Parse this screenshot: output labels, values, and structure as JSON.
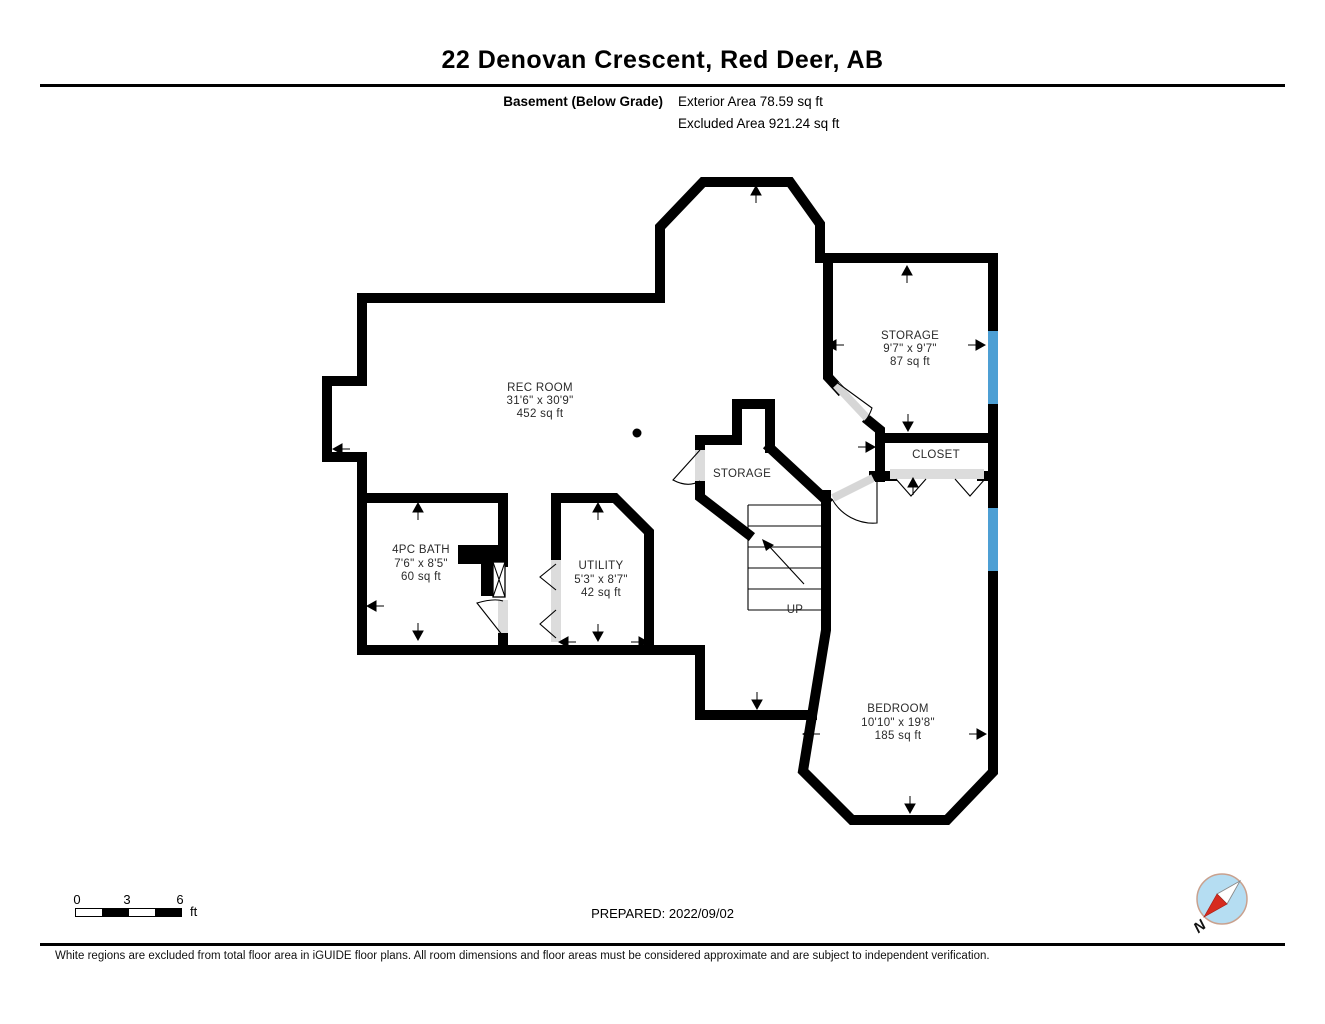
{
  "header": {
    "title": "22 Denovan Crescent, Red Deer, AB",
    "floor": "Basement (Below Grade)",
    "exterior_area": "Exterior Area 78.59 sq ft",
    "excluded_area": "Excluded Area 921.24 sq ft"
  },
  "rooms": {
    "rec_room": {
      "name": "REC ROOM",
      "dims": "31'6\" x 30'9\"",
      "area": "452 sq ft"
    },
    "storage_upper": {
      "name": "STORAGE",
      "dims": "9'7\" x 9'7\"",
      "area": "87 sq ft"
    },
    "closet": {
      "name": "CLOSET"
    },
    "storage_mid": {
      "name": "STORAGE"
    },
    "bath": {
      "name": "4PC BATH",
      "dims": "7'6\" x 8'5\"",
      "area": "60 sq ft"
    },
    "utility": {
      "name": "UTILITY",
      "dims": "5'3\" x 8'7\"",
      "area": "42 sq ft"
    },
    "bedroom": {
      "name": "BEDROOM",
      "dims": "10'10\" x 19'8\"",
      "area": "185 sq ft"
    },
    "stairs": {
      "direction": "UP"
    }
  },
  "footer": {
    "prepared": "PREPARED: 2022/09/02",
    "disclaimer": "White regions are excluded from total floor area in iGUIDE floor plans. All room dimensions and floor areas must be considered approximate and are subject to independent verification.",
    "scale": {
      "ticks": [
        "0",
        "3",
        "6"
      ],
      "unit": "ft"
    },
    "compass": {
      "label": "N"
    }
  },
  "colors": {
    "wall": "#000000",
    "window": "#4d9fd4",
    "door_opening": "#dcdcdc",
    "compass_fill": "#b5ddf2",
    "compass_red": "#d62b1f"
  }
}
